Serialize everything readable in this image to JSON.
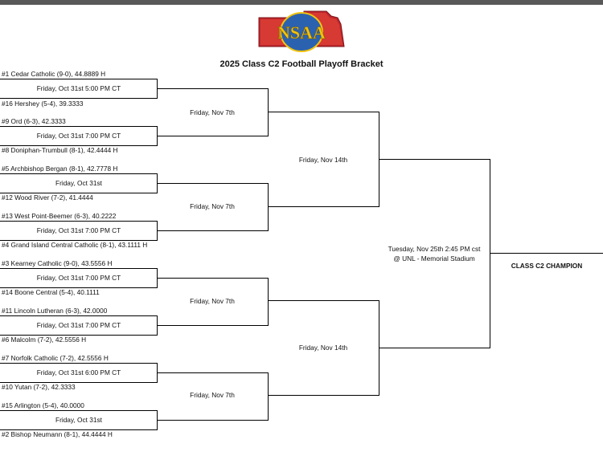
{
  "header": {
    "logo_text": "NSAA",
    "title": "2025 Class C2 Football Playoff Bracket"
  },
  "bracket": {
    "teams": [
      "#1 Cedar Catholic (9-0), 44.8889 H",
      "#16 Hershey (5-4), 39.3333",
      "#9 Ord (6-3), 42.3333",
      "#8 Doniphan-Trumbull (8-1), 42.4444 H",
      "#5 Archbishop Bergan (8-1), 42.7778 H",
      "#12 Wood River (7-2), 41.4444",
      "#13 West Point-Beemer (6-3), 40.2222",
      "#4 Grand Island Central Catholic (8-1), 43.1111 H",
      "#3 Kearney Catholic (9-0), 43.5556 H",
      "#14 Boone Central (5-4), 40.1111",
      "#11 Lincoln Lutheran (6-3), 42.0000",
      "#6 Malcolm (7-2), 42.5556 H",
      "#7 Norfolk Catholic (7-2), 42.5556 H",
      "#10 Yutan (7-2), 42.3333",
      "#15 Arlington (5-4), 40.0000",
      "#2 Bishop Neumann (8-1), 44.4444 H"
    ],
    "round1_dates": [
      "Friday, Oct 31st 5:00 PM CT",
      "Friday, Oct 31st 7:00 PM CT",
      "Friday, Oct 31st",
      "Friday, Oct 31st 7:00 PM CT",
      "Friday, Oct 31st 7:00 PM CT",
      "Friday, Oct 31st 7:00 PM CT",
      "Friday, Oct 31st 6:00 PM CT",
      "Friday, Oct 31st"
    ],
    "quarterfinal_dates": [
      "Friday, Nov 7th",
      "Friday, Nov 7th",
      "Friday, Nov 7th",
      "Friday, Nov 7th"
    ],
    "semifinal_dates": [
      "Friday, Nov 14th",
      "Friday, Nov 14th"
    ],
    "final_date": "Tuesday, Nov 25th 2:45 PM cst",
    "final_venue": "@ UNL - Memorial Stadium",
    "champion_label": "CLASS C2 CHAMPION"
  }
}
